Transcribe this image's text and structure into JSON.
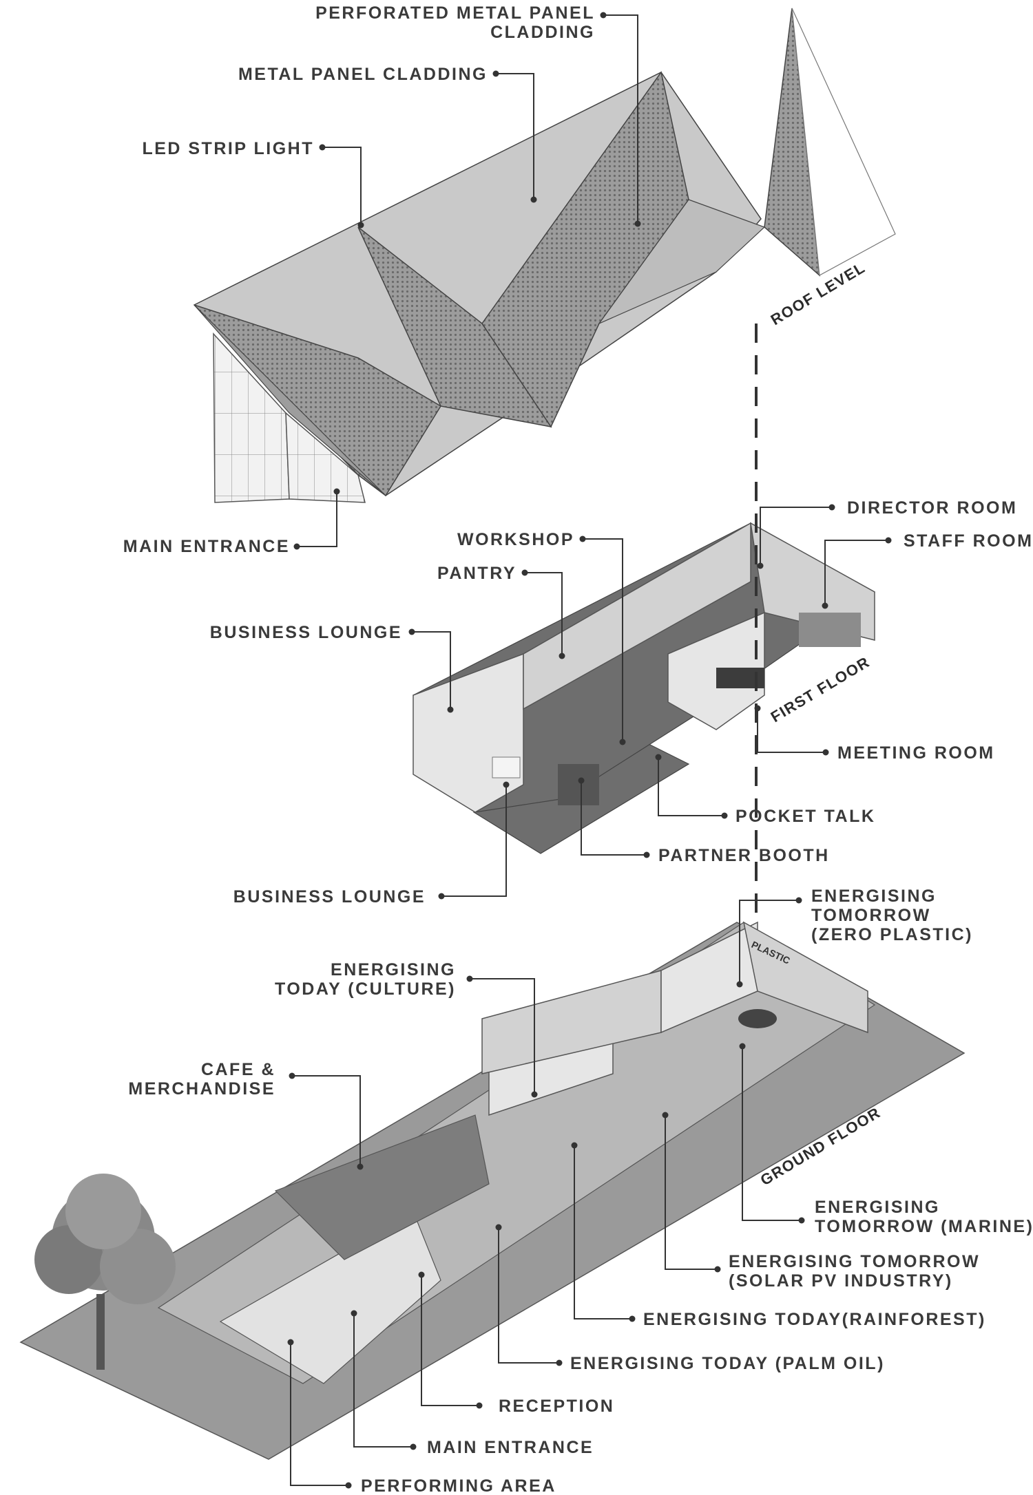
{
  "levels": {
    "roof": "ROOF LEVEL",
    "first": "FIRST FLOOR",
    "ground": "GROUND FLOOR"
  },
  "labels": {
    "perforated": [
      "PERFORATED METAL PANEL",
      "CLADDING"
    ],
    "metal_panel": "METAL PANEL CLADDING",
    "led_strip": "LED STRIP LIGHT",
    "main_entrance_roof": "MAIN ENTRANCE",
    "director_room": "DIRECTOR ROOM",
    "staff_room": "STAFF ROOM",
    "workshop": "WORKSHOP",
    "pantry": "PANTRY",
    "business_lounge_1": "BUSINESS LOUNGE",
    "meeting_room": "MEETING ROOM",
    "pocket_talk": "POCKET TALK",
    "partner_booth": "PARTNER BOOTH",
    "business_lounge_2": "BUSINESS LOUNGE",
    "zero_plastic": [
      "ENERGISING",
      "TOMORROW",
      "(ZERO PLASTIC)"
    ],
    "culture": [
      "ENERGISING",
      "TODAY (CULTURE)"
    ],
    "cafe": [
      "CAFE &",
      "MERCHANDISE"
    ],
    "marine": [
      "ENERGISING",
      "TOMORROW (MARINE)"
    ],
    "solar": [
      "ENERGISING TOMORROW",
      "(SOLAR PV INDUSTRY)"
    ],
    "rainforest": "ENERGISING TODAY(RAINFOREST)",
    "palm_oil": "ENERGISING TODAY (PALM OIL)",
    "reception": "RECEPTION",
    "main_entrance_ground": "MAIN ENTRANCE",
    "performing_area": "PERFORMING AREA"
  },
  "signage": "PLASTIC",
  "colors": {
    "ink": "#333333",
    "roof_light": "#c8c8c8",
    "roof_dark": "#8a8a8a",
    "floor": "#6e6e6e",
    "ground_plane": "#9a9a9a"
  }
}
